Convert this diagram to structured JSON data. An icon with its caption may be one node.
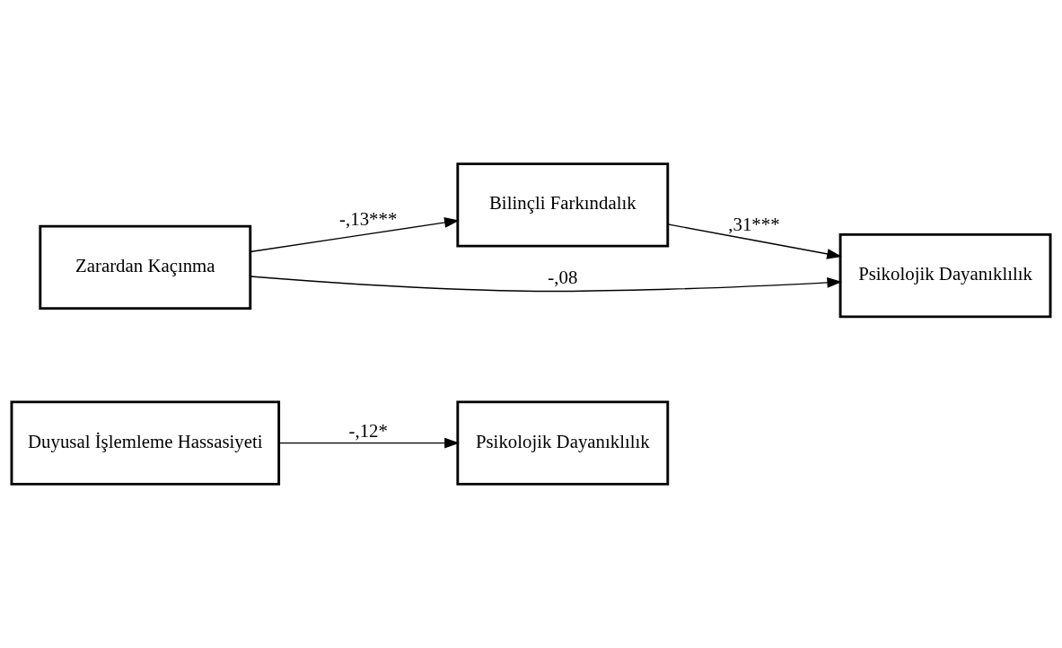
{
  "diagram": {
    "nodes": [
      {
        "text": [
          "Duyusal İşlemleme Hassasiyeti"
        ]
      },
      {
        "text": [
          "Psikolojik Dayanıklılık"
        ]
      },
      {
        "text": [
          "Bilinçli Farkındalık"
        ]
      },
      {
        "text": [
          "Zarardan Kaçınma"
        ]
      },
      {
        "text": [
          "Psikolojik Dayanıklılık"
        ]
      }
    ],
    "edges": [
      {
        "from": 0,
        "to": 1,
        "arrow": "to",
        "label": "-,12*"
      },
      {
        "from": 3,
        "to": 2,
        "arrow": "to",
        "label": "-,13***"
      },
      {
        "from": 2,
        "to": 4,
        "arrow": "to",
        "label": ",31***"
      },
      {
        "from": 3,
        "to": 4,
        "arrow": "to",
        "label": "-,08"
      }
    ]
  }
}
